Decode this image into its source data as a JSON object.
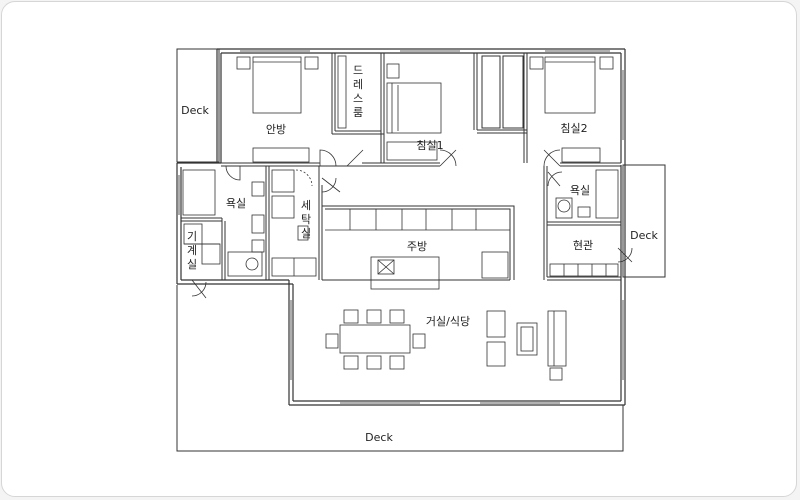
{
  "plan": {
    "line_color": "#333333",
    "background": "#ffffff",
    "rooms": {
      "master_bedroom": "안방",
      "dress_room": "드레스룸",
      "bedroom1": "침실1",
      "bedroom2": "침실2",
      "bathroom_left": "욕실",
      "bathroom_right": "욕실",
      "laundry": "세탁실",
      "mechanical": "기계실",
      "kitchen": "주방",
      "entrance": "현관",
      "living_dining": "거실/식당"
    },
    "decks": {
      "top_left": "Deck",
      "right": "Deck",
      "bottom": "Deck"
    }
  }
}
